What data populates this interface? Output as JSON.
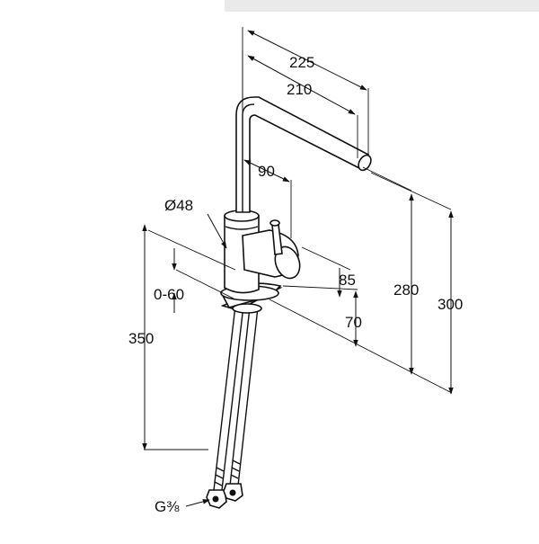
{
  "dimensions": {
    "spout_reach_total": "225",
    "spout_reach_inner": "210",
    "spout_lever_offset": "90",
    "body_diameter": "Ø48",
    "lever_height": "85",
    "lever_height_lower": "70",
    "spout_outlet_height": "280",
    "overall_height": "300",
    "deck_thickness": "0-60",
    "supply_hose_length": "350",
    "thread_size": "G⅜"
  }
}
